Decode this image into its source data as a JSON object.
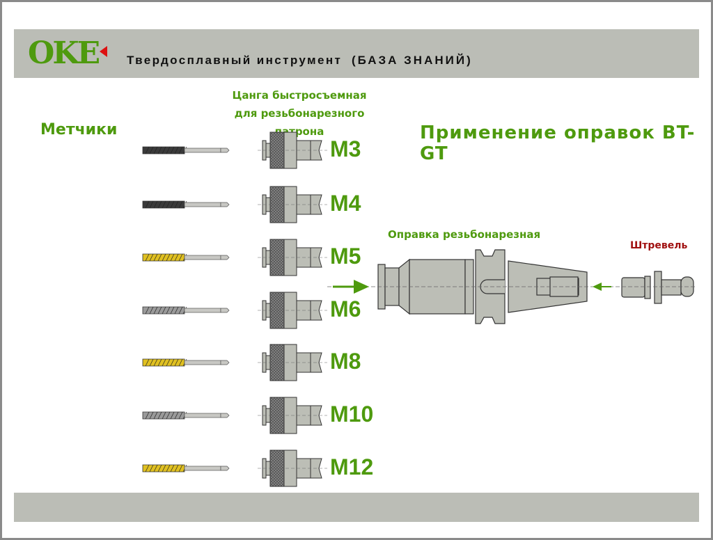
{
  "header": {
    "logo": "OKE",
    "title": "Твердосплавный инструмент",
    "tag": "(БАЗА ЗНАНИЙ)"
  },
  "collet_title": [
    "Цанга быстросъемная",
    "для резьбонарезного патрона"
  ],
  "taps_title": "Метчики",
  "apply_title": "Применение оправок BT- GT",
  "holder_label": "Оправка резьбонарезная",
  "pullstud_label": "Штревель",
  "sizes": [
    {
      "label": "M3",
      "tap_color": "#3a3a3a"
    },
    {
      "label": "M4",
      "tap_color": "#3a3a3a"
    },
    {
      "label": "M5",
      "tap_color": "#e0c020"
    },
    {
      "label": "M6",
      "tap_color": "#9a9a9a"
    },
    {
      "label": "M8",
      "tap_color": "#e0c020"
    },
    {
      "label": "M10",
      "tap_color": "#9a9a9a"
    },
    {
      "label": "M12",
      "tap_color": "#e0c020"
    }
  ],
  "colors": {
    "green": "#4e9a0e",
    "part": "#bcbeb6"
  }
}
